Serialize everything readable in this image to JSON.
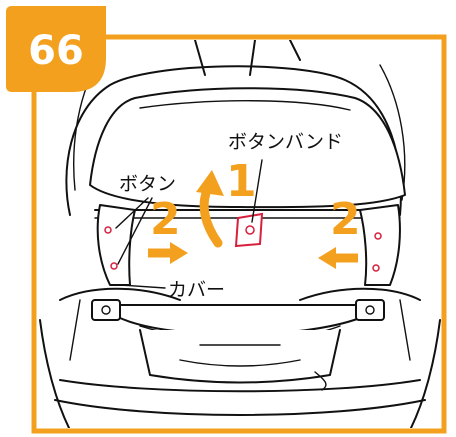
{
  "figure": {
    "page_badge": "66",
    "labels": {
      "button_band": "ボタンバンド",
      "button": "ボタン",
      "cover": "カバー"
    },
    "step_numbers": {
      "step1": "1",
      "step2_left": "2",
      "step2_right": "2"
    },
    "colors": {
      "accent": "#f3a01f",
      "line": "#111111",
      "highlight": "#d6203c",
      "background": "#ffffff"
    },
    "icons": [
      "curved-up-arrow-icon",
      "right-arrow-icon",
      "left-arrow-icon"
    ]
  }
}
